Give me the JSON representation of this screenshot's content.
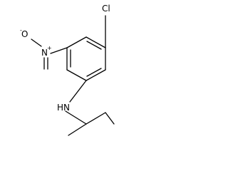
{
  "molecule": {
    "atoms": {
      "chlorine": "Cl",
      "nitro_nitrogen": "N",
      "nitro_nitrogen_charge": "+",
      "nitro_oxygen": "O",
      "nitro_oxygen_charge": "-",
      "amine": "HN"
    }
  }
}
